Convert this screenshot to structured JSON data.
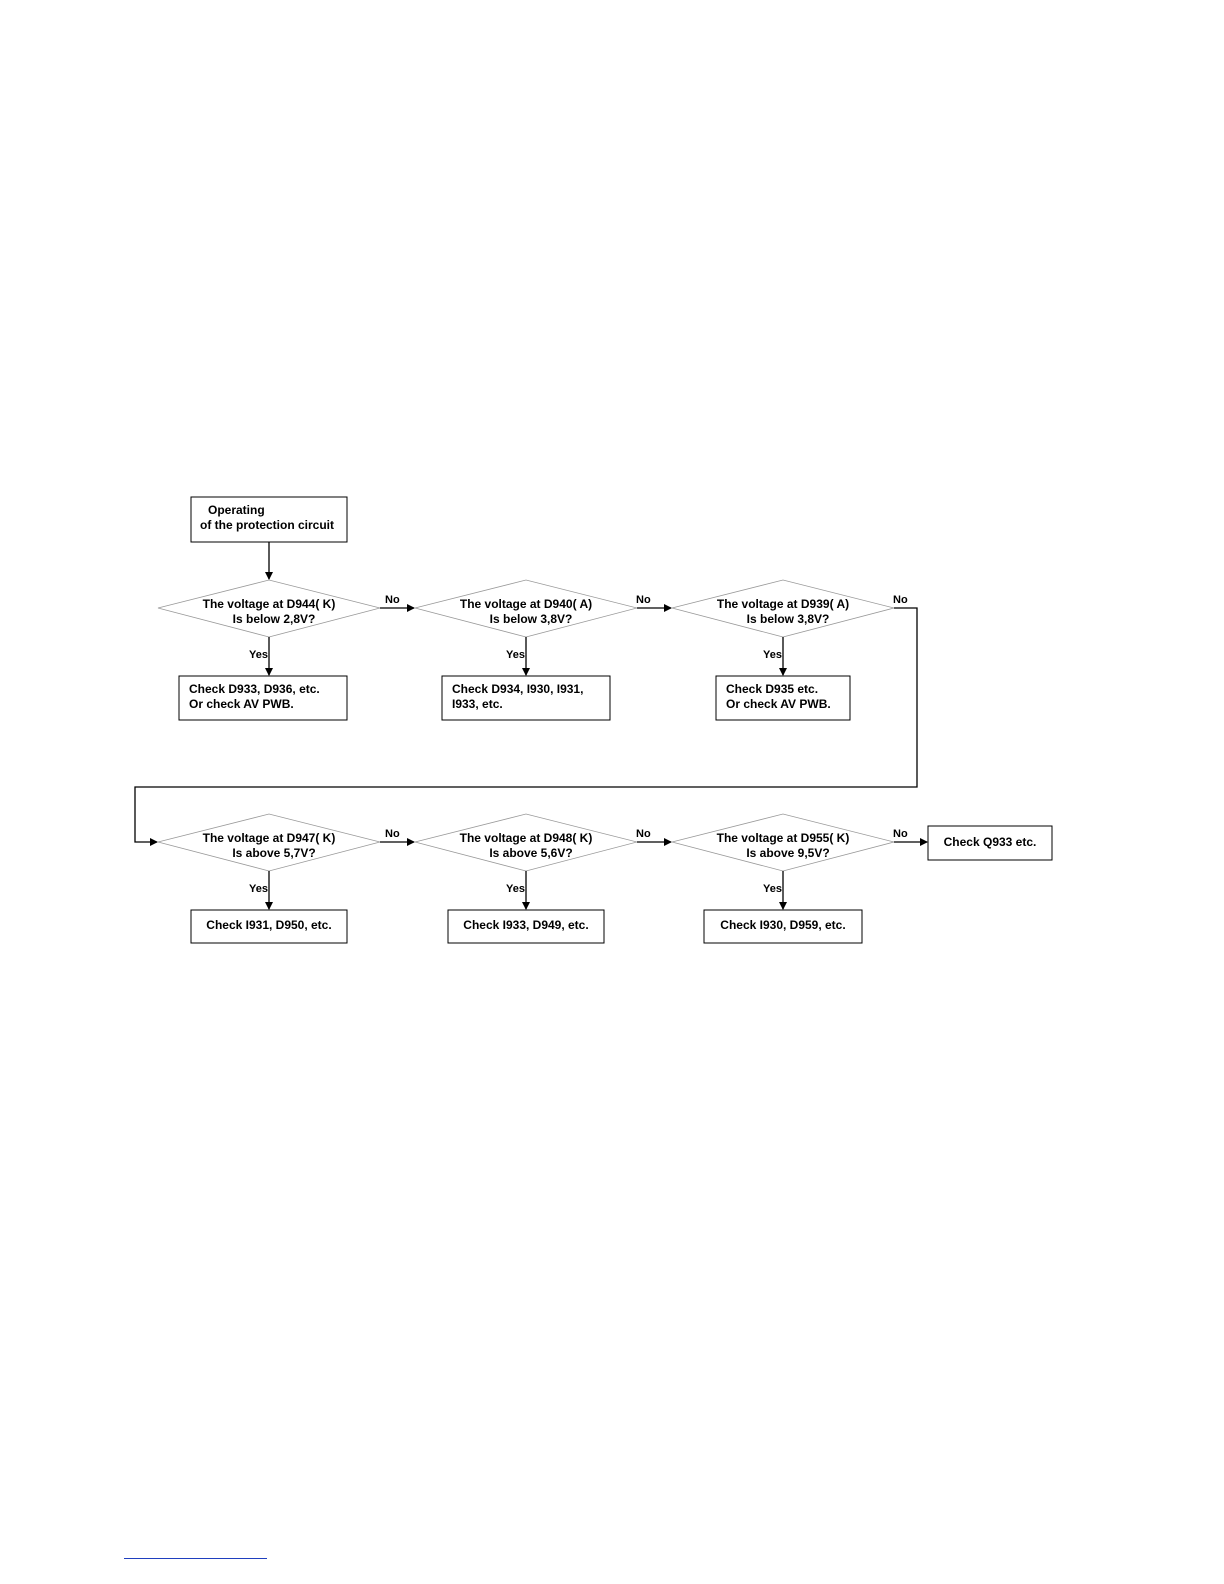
{
  "flowchart": {
    "start": [
      "Operating",
      "of the protection circuit"
    ],
    "decisions": [
      {
        "id": "d1",
        "lines": [
          "The voltage at D944( K)",
          "Is below 2,8V?"
        ]
      },
      {
        "id": "d2",
        "lines": [
          "The voltage at D940( A)",
          "Is below 3,8V?"
        ]
      },
      {
        "id": "d3",
        "lines": [
          "The voltage at D939( A)",
          "Is below 3,8V?"
        ]
      },
      {
        "id": "d4",
        "lines": [
          "The voltage at D947( K)",
          "Is above 5,7V?"
        ]
      },
      {
        "id": "d5",
        "lines": [
          "The voltage at D948( K)",
          "Is above 5,6V?"
        ]
      },
      {
        "id": "d6",
        "lines": [
          "The voltage at D955( K)",
          "Is above 9,5V?"
        ]
      }
    ],
    "actions": [
      {
        "id": "a1",
        "lines": [
          "Check D933, D936, etc.",
          "Or check AV PWB."
        ]
      },
      {
        "id": "a2",
        "lines": [
          "Check D934, I930, I931,",
          "I933, etc."
        ]
      },
      {
        "id": "a3",
        "lines": [
          "Check D935 etc.",
          "Or check AV PWB."
        ]
      },
      {
        "id": "a4",
        "lines": [
          "Check I931, D950, etc."
        ]
      },
      {
        "id": "a5",
        "lines": [
          "Check I933, D949, etc."
        ]
      },
      {
        "id": "a6",
        "lines": [
          "Check I930, D959, etc."
        ]
      },
      {
        "id": "a7",
        "lines": [
          "Check Q933 etc."
        ]
      }
    ],
    "labels": {
      "yes": "Yes",
      "no": "No"
    }
  }
}
